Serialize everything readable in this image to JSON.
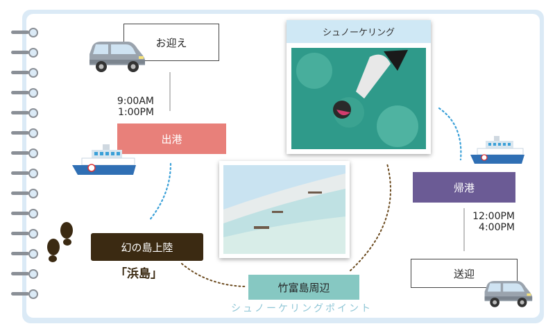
{
  "nodes": {
    "pickup": "お迎え",
    "depart": "出港",
    "landing": "幻の島上陸",
    "hamajima": "「浜島」",
    "taketomi": "竹富島周辺",
    "return": "帰港",
    "dropoff": "送迎"
  },
  "times": {
    "depart_1": "9:00AM",
    "depart_2": "1:00PM",
    "return_1": "12:00PM",
    "return_2": "4:00PM"
  },
  "photo": {
    "snorkel_caption": "シュノーケリング"
  },
  "footer": {
    "point_label": "シュノーケリングポイント"
  },
  "colors": {
    "depart": "#e8807a",
    "landing": "#3b2a12",
    "taketomi": "#86c8c2",
    "return": "#6b5b95",
    "caption_bg": "#cfe8f5"
  }
}
